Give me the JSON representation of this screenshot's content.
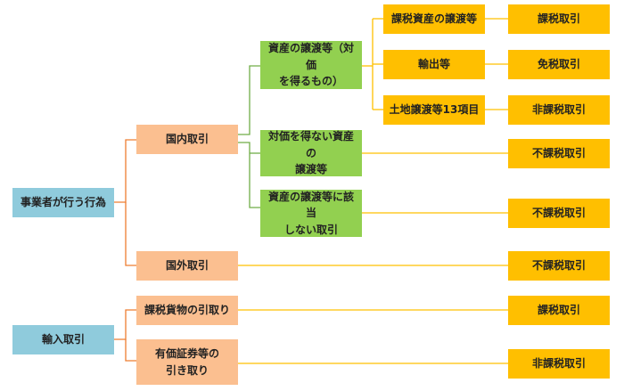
{
  "nodes": {
    "actor_business": "事業者が行う行為",
    "actor_import": "輸入取引",
    "domestic": "国内取引",
    "overseas": "国外取引",
    "taxable_cargo": "課税貨物の引取り",
    "securities": "有価証券等の\n引き取り",
    "transfer_paid": "資産の譲渡等（対価\nを得るもの）",
    "transfer_unpaid": "対価を得ない資産の\n譲渡等",
    "not_transfer": "資産の譲渡等に該当\nしない取引",
    "taxable_assets": "課税資産の譲渡等",
    "export": "輸出等",
    "land": "土地譲渡等13項目",
    "r_taxable_1": "課税取引",
    "r_exempt_export": "免税取引",
    "r_nontaxable_1": "非課税取引",
    "r_untaxed_1": "不課税取引",
    "r_untaxed_2": "不課税取引",
    "r_untaxed_3": "不課税取引",
    "r_taxable_2": "課税取引",
    "r_nontaxable_2": "非課税取引"
  },
  "colors": {
    "actor": "#8fcbdc",
    "category": "#fbbf90",
    "transfer": "#92d050",
    "result": "#ffbf00",
    "connector_orange": "#ed7d31",
    "connector_green": "#70ad47",
    "connector_yellow": "#ffc000"
  }
}
